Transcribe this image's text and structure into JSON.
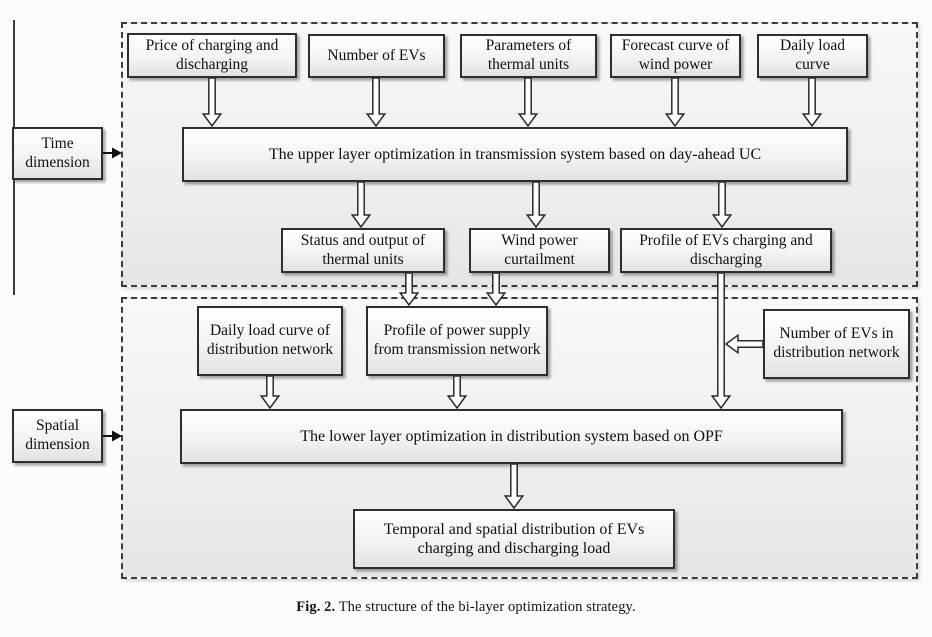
{
  "labels": {
    "time_dimension": "Time dimension",
    "spatial_dimension": "Spatial dimension"
  },
  "upper_layer": {
    "inputs": [
      "Price of charging and discharging",
      "Number of EVs",
      "Parameters of thermal units",
      "Forecast curve of wind power",
      "Daily load curve"
    ],
    "process": "The upper layer optimization in transmission system based on day-ahead UC",
    "outputs": [
      "Status and output of thermal units",
      "Wind power curtailment",
      "Profile of EVs charging and discharging"
    ]
  },
  "lower_layer": {
    "inputs": [
      "Daily load curve of distribution network",
      "Profile of power supply from transmission network",
      "Number of EVs in distribution network"
    ],
    "process": "The lower layer optimization in distribution system based on OPF",
    "output": "Temporal and spatial distribution of EVs charging and discharging load"
  },
  "caption": {
    "label": "Fig. 2.",
    "text": "The structure of the bi-layer optimization strategy."
  },
  "colors": {
    "box_border": "#2e2e2e",
    "dashed_border": "#3c3c3c",
    "box_fill_top": "#ffffff",
    "box_fill_bottom": "#e2e2e2"
  }
}
